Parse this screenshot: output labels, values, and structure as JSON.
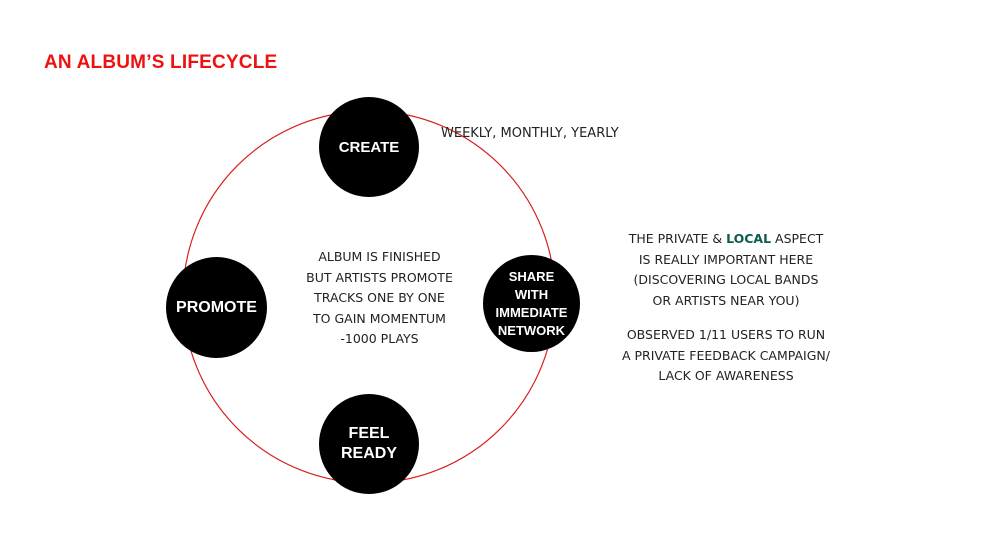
{
  "title": "AN ALBUM’S LIFECYCLE",
  "colors": {
    "title": "#ee1111",
    "ring": "#d82020",
    "node": "#000000",
    "node_text": "#ffffff",
    "local_highlight": "#0d5a4e"
  },
  "nodes": {
    "create": [
      "CREATE"
    ],
    "share": [
      "SHARE",
      "WITH",
      "IMMEDIATE",
      "NETWORK"
    ],
    "promote": [
      "PROMOTE"
    ],
    "feel_ready": [
      "FEEL",
      "READY"
    ]
  },
  "notes": {
    "frequency": "WEEKLY, MONTHLY, YEARLY",
    "center": [
      "ALBUM IS FINISHED",
      "BUT ARTISTS PROMOTE",
      "TRACKS ONE BY ONE",
      "TO GAIN MOMENTUM",
      "-1000 PLAYS"
    ],
    "right_block_1": {
      "line1_before": "THE PRIVATE & ",
      "line1_highlight": "LOCAL",
      "line1_after": " ASPECT",
      "lines": [
        "IS REALLY IMPORTANT HERE",
        "(DISCOVERING LOCAL BANDS",
        "OR ARTISTS NEAR YOU)"
      ]
    },
    "right_block_2": [
      "OBSERVED 1/11 USERS TO RUN",
      "A PRIVATE FEEDBACK CAMPAIGN/",
      "LACK OF AWARENESS"
    ]
  }
}
